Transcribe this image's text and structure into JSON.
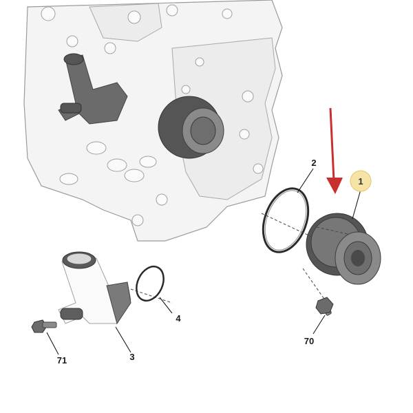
{
  "diagram": {
    "callouts": {
      "water_pump": "1",
      "pump_seal": "2",
      "thermostat_housing": "3",
      "housing_seal": "4",
      "pump_bolt": "70",
      "housing_bolt": "71"
    },
    "highlight_color": "#f6e3a6",
    "arrow_color": "#c8302e"
  }
}
